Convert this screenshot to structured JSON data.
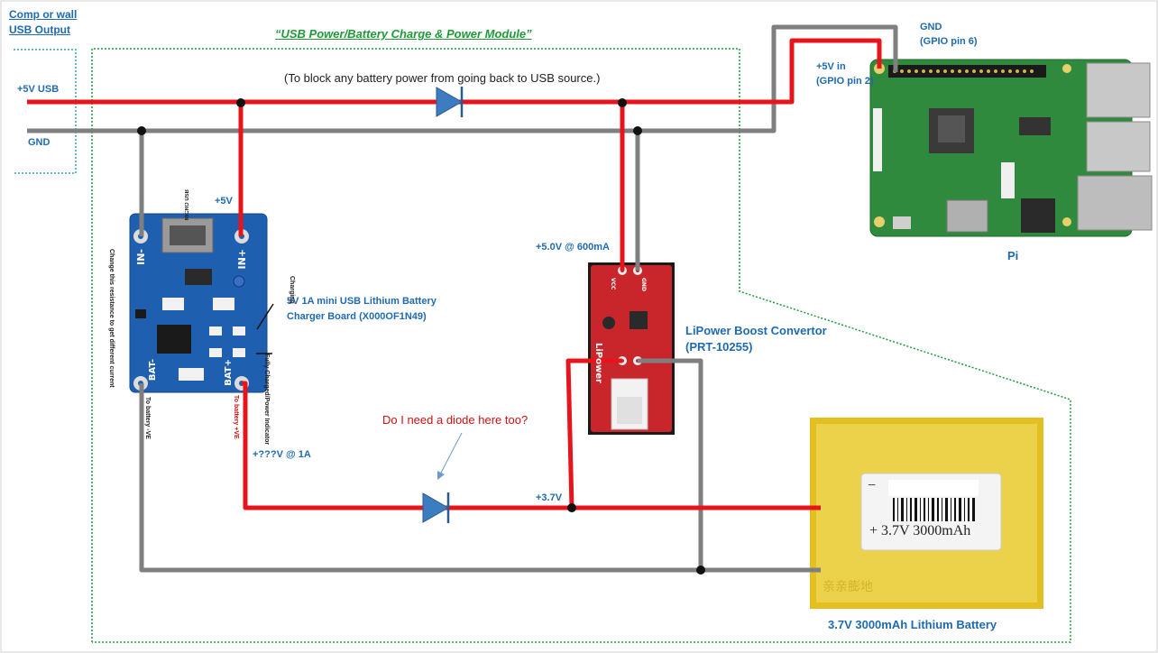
{
  "labels": {
    "usb_source_line1": "Comp or wall",
    "usb_source_line2": "USB Output",
    "module_title": "“USB Power/Battery Charge & Power Module”",
    "diode_note": "(To block any battery power from going back to USB source.)",
    "plus5v_usb": "+5V USB",
    "gnd_left": "GND",
    "gnd_pi_line1": "GND",
    "gnd_pi_line2": "(GPIO pin 6)",
    "plus5v_in_line1": "+5V in",
    "plus5v_in_line2": "(GPIO pin 2)",
    "pi": "Pi",
    "charger_plus5v": "+5V",
    "charger_board_line1": "5V 1A mini USB Lithium Battery",
    "charger_board_line2": "Charger Board (X000OF1N49)",
    "boost_out": "+5.0V @ 600mA",
    "boost_name_line1": "LiPower Boost Convertor",
    "boost_name_line2": "(PRT-10255)",
    "diode_question": "Do I need a diode here too?",
    "charger_out": "+???V @ 1A",
    "battery_rail": "+3.7V",
    "battery_label": "3.7V 3000mAh Lithium Battery",
    "resistance_note": "Change this resistance to get different current",
    "charging_note": "Charging",
    "full_note": "Fully Charged/Power Indicator",
    "to_battery_neg": "To battery -VE",
    "to_battery_pos": "To battery +VE"
  },
  "charger_board_silk": {
    "micro_usb": "MICRO USB",
    "in_minus": "IN-",
    "in_plus": "IN+",
    "bat_minus": "BAT-",
    "bat_plus": "BAT+"
  },
  "boost_board_silk": {
    "name": "LiPower",
    "vcc": "VCC",
    "gnd": "GND"
  },
  "battery_silk": {
    "minus": "−",
    "spec": "+ 3.7V 3000mAh",
    "maker": "亲亲膨地"
  },
  "colors": {
    "positive_wire": "#e8141c",
    "ground_wire": "#7f7f7f",
    "diode": "#3d7cc0",
    "module_border": "#1f9a3a",
    "charger_board": "#1e5fb0",
    "boost_board": "#c8262a",
    "pi_board": "#2f8a3d",
    "battery": "#e3c020"
  }
}
